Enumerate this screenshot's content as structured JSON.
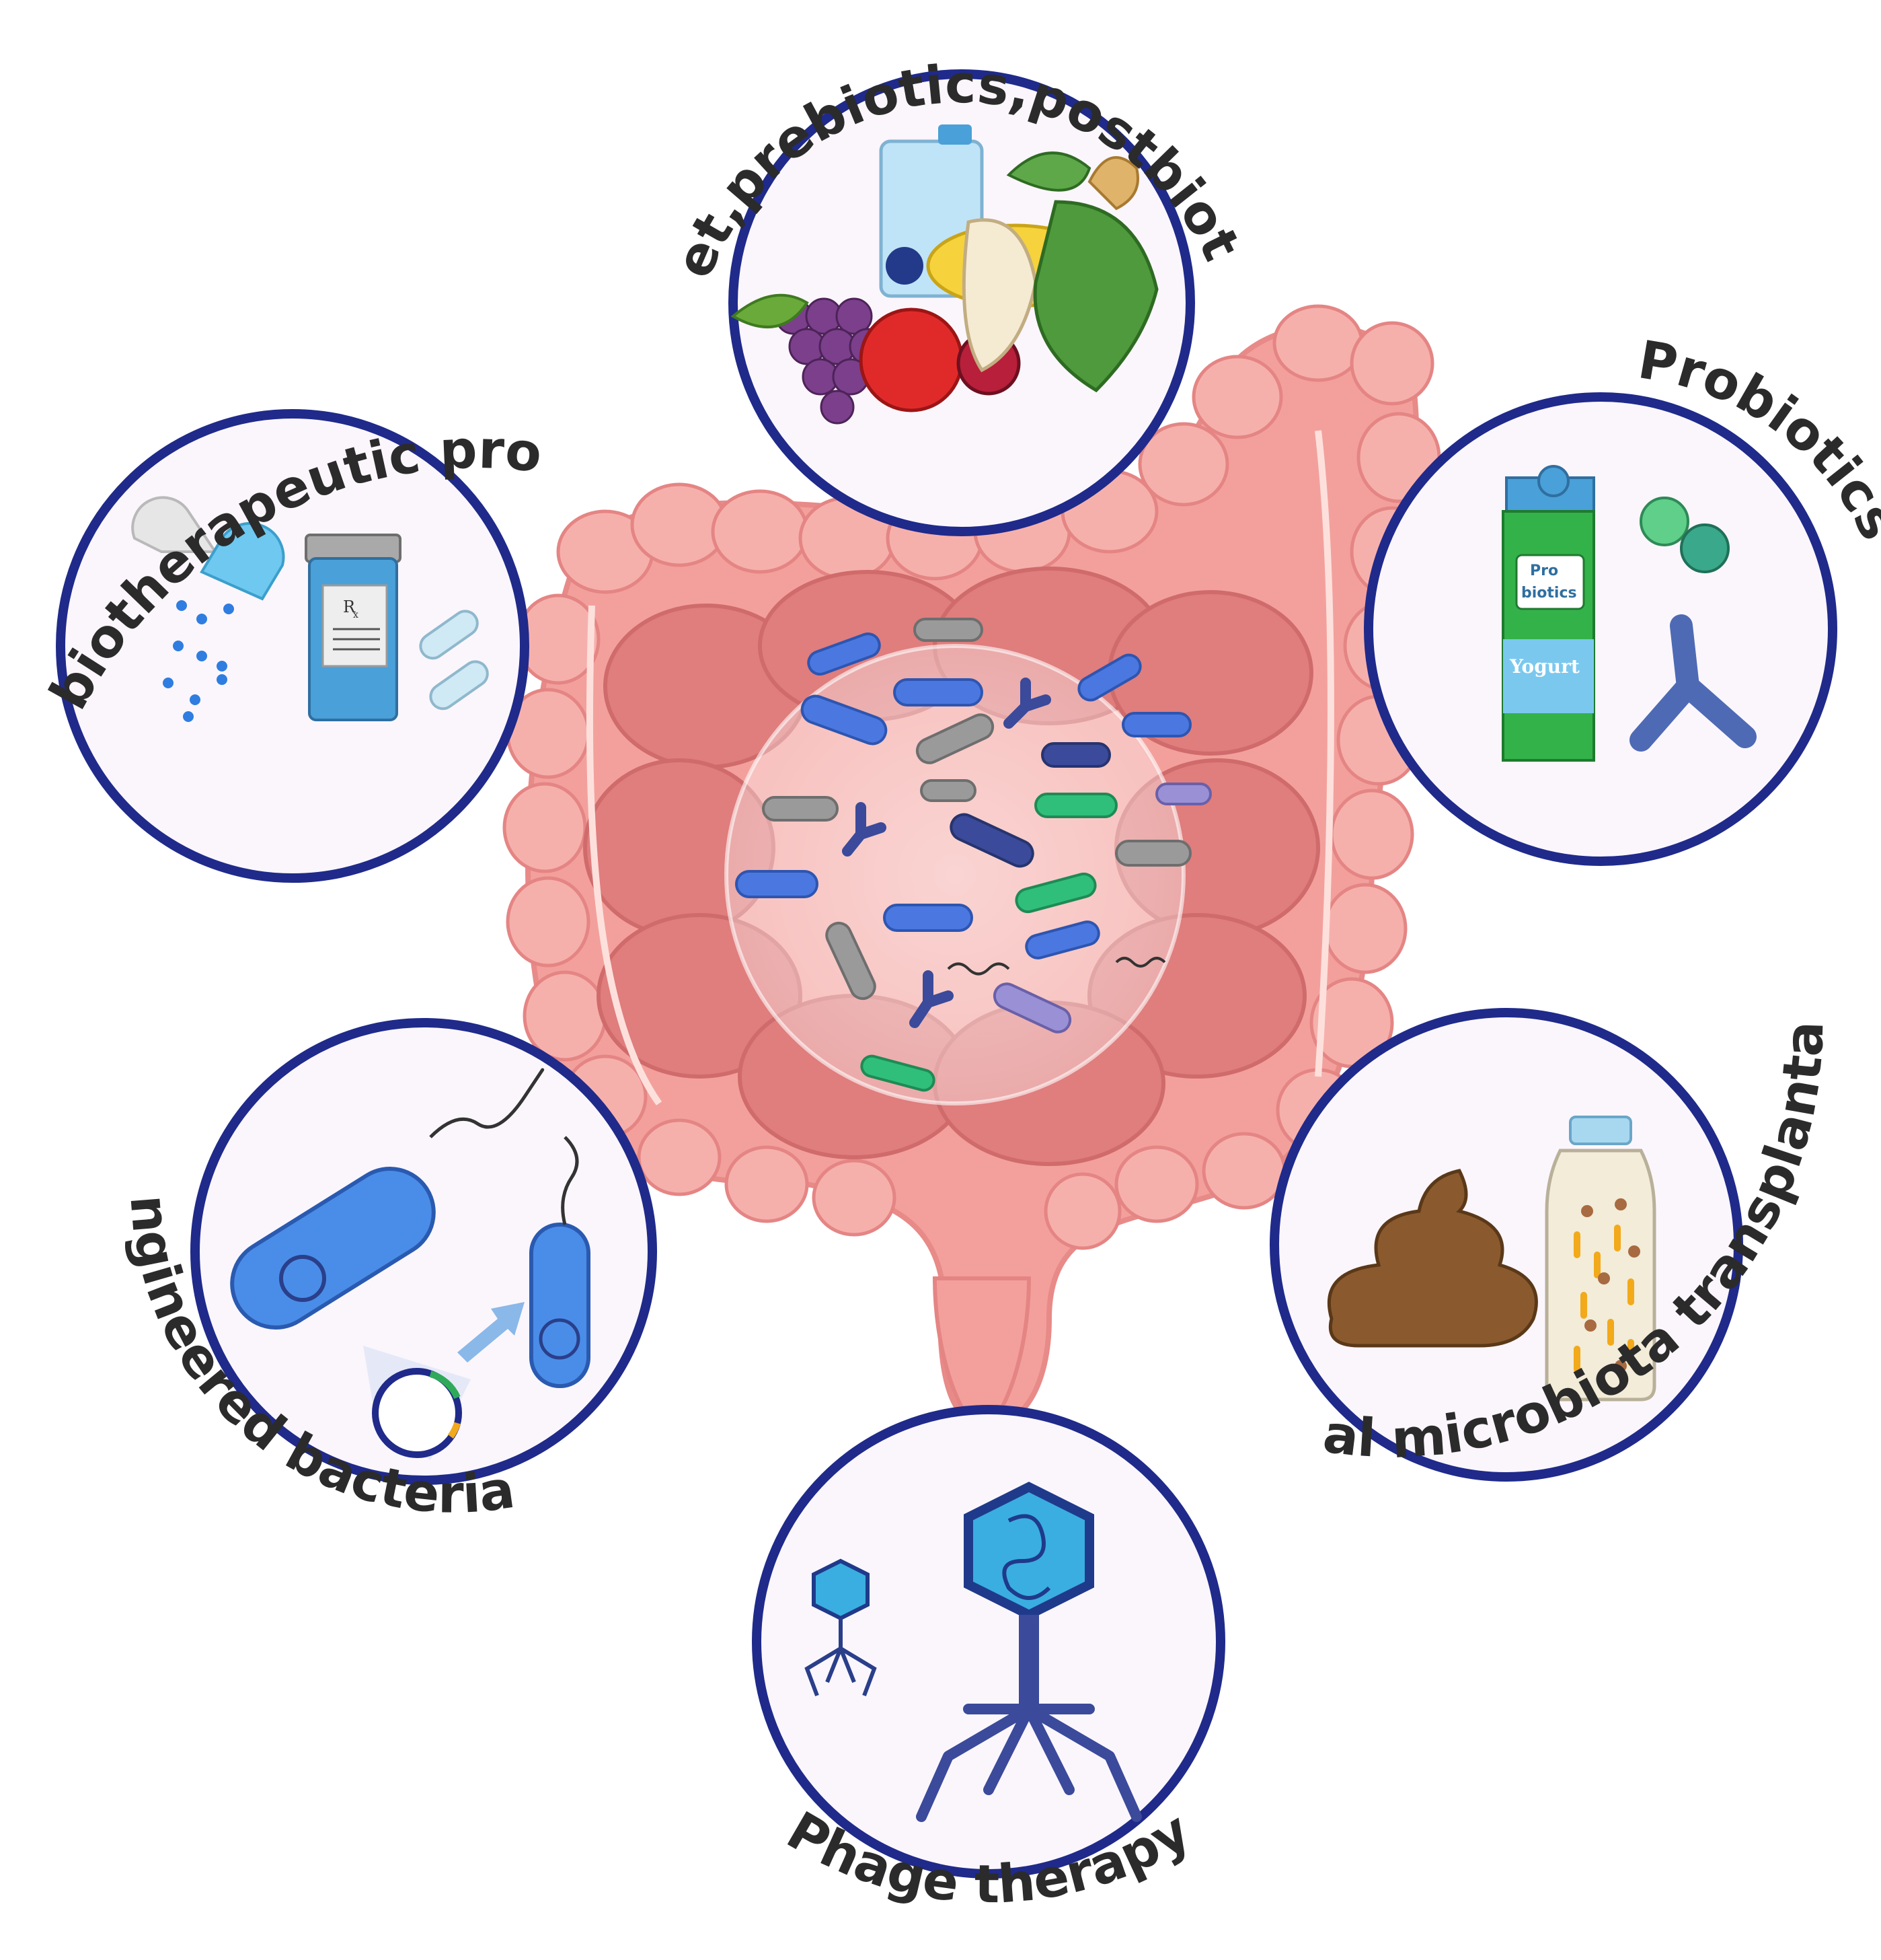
{
  "labels": {
    "diet": "Diet,prebiotics,postbiotics",
    "live_biotherapeutic": "Live biotherapeutic product",
    "probiotics": "Probiotics",
    "engineered": "Engineered bacterial",
    "fecal": "Fecal microbiota transplantation",
    "phage": "Phage therapy"
  },
  "inner_text": {
    "carton_pro": "Pro",
    "carton_biotics": "biotics",
    "carton_yogurt": "Yogurt",
    "rx": "R",
    "rx_sub": "x"
  },
  "colors": {
    "ring": "#1f2a8a",
    "intestine": "#f3a09c",
    "intestine_dark": "#e07d7d",
    "bacteria_blue": "#4a78e0",
    "bacteria_gray": "#9a9a9a",
    "bacteria_green": "#2fbf7a",
    "bacteria_navy": "#3b4a9a"
  }
}
